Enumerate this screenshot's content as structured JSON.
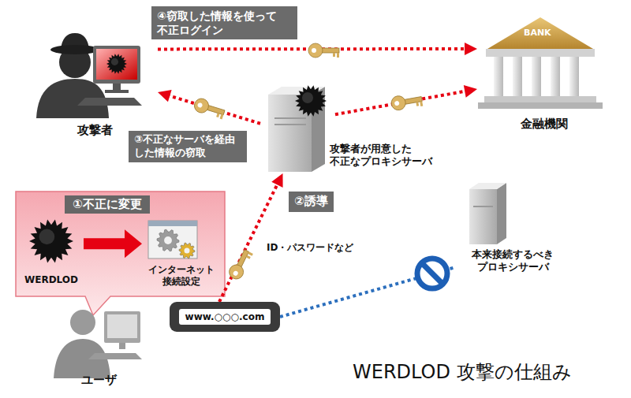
{
  "diagram": {
    "caption": "WERDLOD 攻撃の仕組み",
    "nodes": [
      {
        "text": [
          "攻撃者"
        ]
      },
      {
        "text": [
          "金融機関"
        ]
      },
      {
        "text": [
          "攻撃者が用意した 不正なプロキシサーバ"
        ]
      },
      {
        "text": [
          "①不正に変更"
        ]
      },
      {
        "text": [
          "WERDLOD"
        ],
        "in": 3
      },
      {
        "text": [
          "インターネット 接続設定"
        ],
        "in": 3
      },
      {
        "text": [
          "ユーザ"
        ]
      },
      {
        "text": [
          "www.○○○.com"
        ]
      },
      {
        "text": [
          "本来接続するべき プロキシサーバ"
        ]
      }
    ],
    "edges": [
      {
        "from": 0,
        "to": 1,
        "arrow": "to",
        "label": "④窃取した情報を使って 不正ログイン"
      },
      {
        "from": 2,
        "to": 0,
        "arrow": "to",
        "label": "③不正なサーバを経由した情報の窃取"
      },
      {
        "from": 2,
        "to": 1,
        "arrow": "to"
      },
      {
        "from": 7,
        "to": 2,
        "arrow": "to",
        "label": "②誘導"
      },
      {
        "from": 7,
        "to": 8,
        "arrow": "none"
      },
      {
        "from": 4,
        "to": 5,
        "arrow": "to"
      }
    ],
    "labels": [
      "BANK",
      "ID・パスワードなど"
    ]
  }
}
